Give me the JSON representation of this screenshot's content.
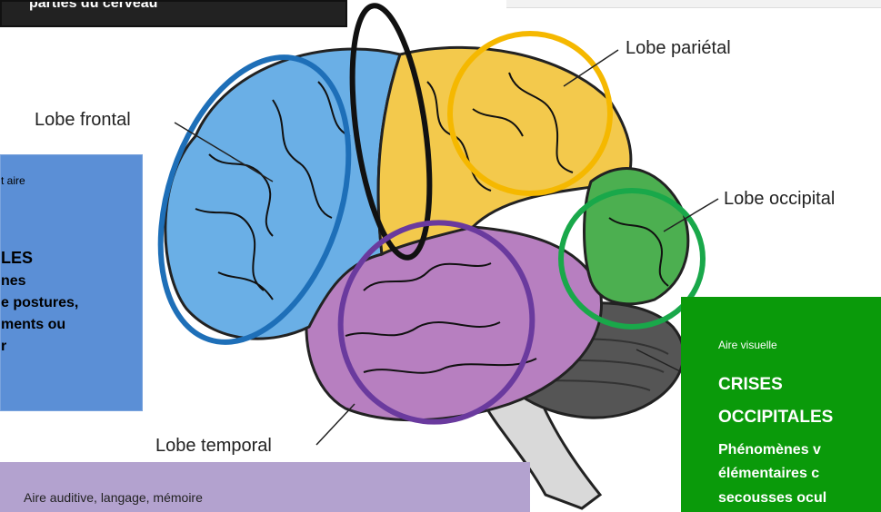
{
  "top_box": {
    "text": "parties du cerveau"
  },
  "labels": {
    "frontal": "Lobe frontal",
    "parietal": "Lobe pariétal",
    "occipital": "Lobe occipital",
    "temporal": "Lobe temporal"
  },
  "frontal_panel": {
    "aire": "t aire",
    "title": "LES",
    "line1": "nes",
    "line2": "e postures,",
    "line3": "ments ou",
    "line4": "r"
  },
  "occipital_panel": {
    "aire": "Aire visuelle",
    "title1": "CRISES",
    "title2": "OCCIPITALES",
    "line1": "Phénomènes v",
    "line2": "élémentaires c",
    "line3": "secousses ocul"
  },
  "temporal_panel": {
    "aire": "Aire auditive, langage, mémoire"
  },
  "colors": {
    "frontal": "#6aafe6",
    "parietal": "#f3c94c",
    "temporal": "#b77fc0",
    "occipital": "#4caf50",
    "cerebellum": "#555555",
    "ring_frontal": "#1e6fb8",
    "ring_central": "#111111",
    "ring_parietal": "#f5b800",
    "ring_temporal": "#6a3a9e",
    "ring_occipital": "#19a84a"
  }
}
